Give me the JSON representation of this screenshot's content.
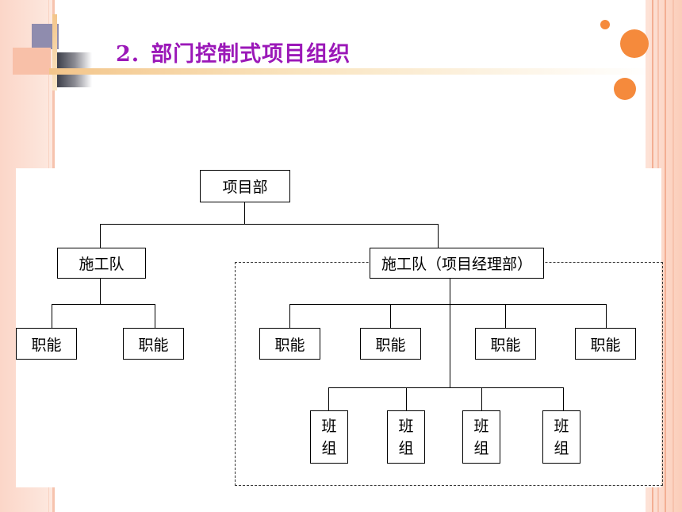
{
  "slide": {
    "title_number": "2.",
    "title_text": "部门控制式项目组织",
    "title_color": "#9b18b8",
    "accent_color": "#f58a3c"
  },
  "org_chart": {
    "root": "项目部",
    "left_branch": {
      "team": "施工队",
      "functions": [
        "职能",
        "职能"
      ]
    },
    "right_branch": {
      "team": "施工队（项目经理部）",
      "functions": [
        "职能",
        "职能",
        "职能",
        "职能"
      ],
      "work_groups": [
        {
          "line1": "班",
          "line2": "组"
        },
        {
          "line1": "班",
          "line2": "组"
        },
        {
          "line1": "班",
          "line2": "组"
        },
        {
          "line1": "班",
          "line2": "组"
        }
      ]
    }
  }
}
